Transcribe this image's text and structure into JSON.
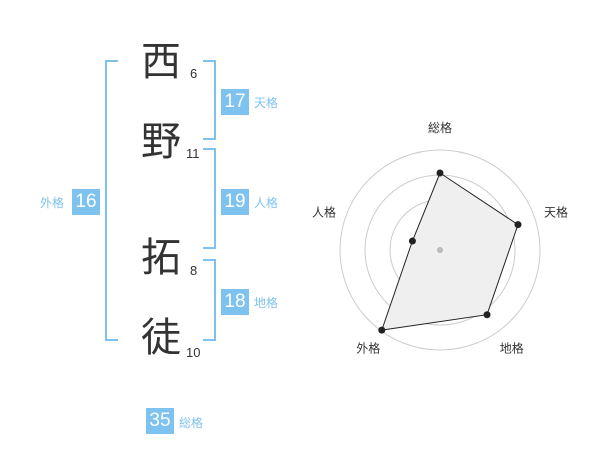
{
  "name": {
    "chars": [
      {
        "char": "西",
        "strokes": "6"
      },
      {
        "char": "野",
        "strokes": "11"
      },
      {
        "char": "拓",
        "strokes": "8"
      },
      {
        "char": "徒",
        "strokes": "10"
      }
    ]
  },
  "fortunes": {
    "tenkaku": {
      "value": "17",
      "label": "天格"
    },
    "jinkaku": {
      "value": "19",
      "label": "人格"
    },
    "chikaku": {
      "value": "18",
      "label": "地格"
    },
    "gaikaku": {
      "value": "16",
      "label": "外格"
    },
    "soukaku": {
      "value": "35",
      "label": "総格"
    }
  },
  "colors": {
    "accent": "#7ec3ef",
    "text": "#333333",
    "grid": "#cccccc",
    "fill": "#efefef"
  },
  "chart_data": {
    "type": "radar",
    "axes": [
      "総格",
      "天格",
      "地格",
      "外格",
      "人格"
    ],
    "values": [
      0.77,
      0.82,
      0.8,
      0.99,
      0.29
    ],
    "max": 1,
    "rings": 4
  }
}
